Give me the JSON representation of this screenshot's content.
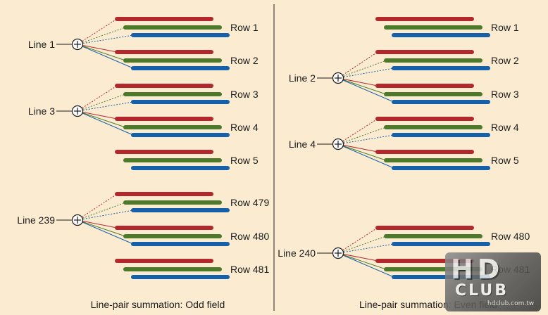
{
  "colors": {
    "background": "#fbecd1",
    "red": "#b3282d",
    "green": "#4d7a2a",
    "blue": "#1560a8",
    "ink": "#1a1a1a"
  },
  "panels": [
    {
      "caption": "Line-pair summation: Odd field",
      "rows": [
        "Row 1",
        "Row 2",
        "Row 3",
        "Row 4",
        "Row 5",
        "Row 479",
        "Row 480",
        "Row 481"
      ],
      "lines": [
        {
          "label": "Line 1",
          "rows": [
            "Row 1",
            "Row 2"
          ]
        },
        {
          "label": "Line 3",
          "rows": [
            "Row 3",
            "Row 4"
          ]
        },
        {
          "label": "Line 239",
          "rows": [
            "Row 479",
            "Row 480"
          ]
        }
      ]
    },
    {
      "caption": "Line-pair summation: Even field",
      "rows": [
        "Row 1",
        "Row 2",
        "Row 3",
        "Row 4",
        "Row 5",
        "Row 480",
        "Row 481"
      ],
      "lines": [
        {
          "label": "Line 2",
          "rows": [
            "Row 2",
            "Row 3"
          ]
        },
        {
          "label": "Line 4",
          "rows": [
            "Row 4",
            "Row 5"
          ]
        },
        {
          "label": "Line 240",
          "rows": [
            "Row 480",
            "Row 481"
          ]
        }
      ]
    }
  ],
  "watermark": {
    "big": "HD",
    "club": "CLUB",
    "url": "hdclub.com.tw",
    "icon": "hdclub-logo-watermark"
  }
}
